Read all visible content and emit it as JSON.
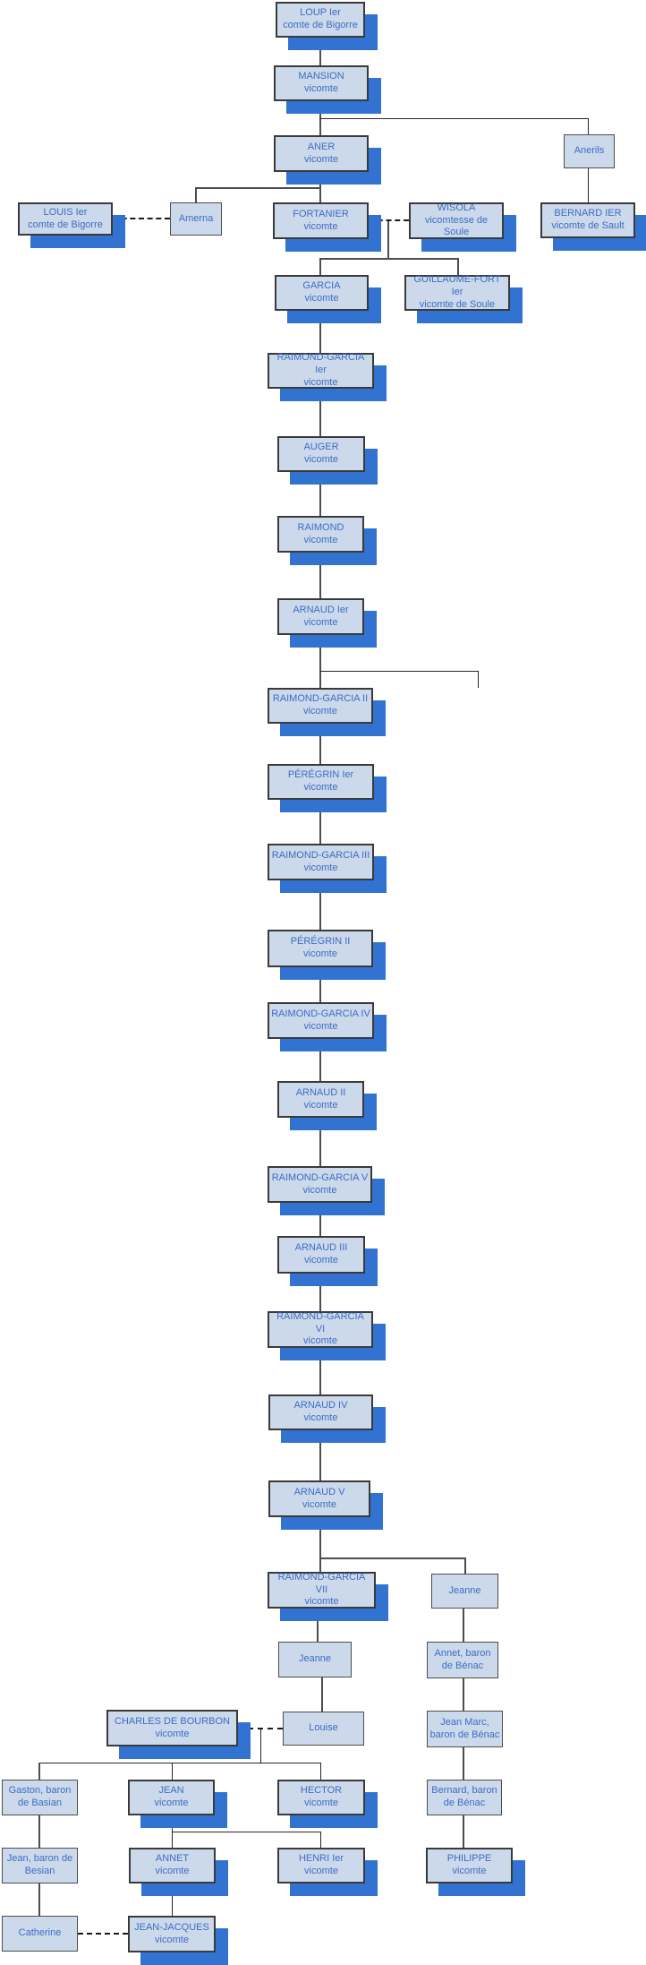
{
  "diagram": {
    "type": "genealogy-org-chart",
    "nodes": {
      "loup": {
        "name": "LOUP Ier",
        "title": "comte de Bigorre"
      },
      "mansion": {
        "name": "MANSION",
        "title": "vicomte"
      },
      "aner": {
        "name": "ANER",
        "title": "vicomte"
      },
      "anerils": {
        "name": "Anerils"
      },
      "louis": {
        "name": "LOUIS Ier",
        "title": "comte de Bigorre"
      },
      "amerna": {
        "name": "Amerna"
      },
      "fortanier": {
        "name": "FORTANIER",
        "title": "vicomte"
      },
      "wisola": {
        "name": "WISOLA",
        "title": "vicomtesse de Soule"
      },
      "bernard_ier": {
        "name": "BERNARD IER",
        "title": "vicomte de Sault"
      },
      "garcia": {
        "name": "GARCIA",
        "title": "vicomte"
      },
      "guillaume": {
        "name": "GUILLAUME-FORT Ier",
        "title": "vicomte de Soule"
      },
      "rg1": {
        "name": "RAIMOND-GARCIA Ier",
        "title": "vicomte"
      },
      "auger": {
        "name": "AUGER",
        "title": "vicomte"
      },
      "raimond": {
        "name": "RAIMOND",
        "title": "vicomte"
      },
      "arnaud1": {
        "name": "ARNAUD Ier",
        "title": "vicomte"
      },
      "rg2": {
        "name": "RAIMOND-GARCIA II",
        "title": "vicomte"
      },
      "peregrin1": {
        "name": "PÉRÉGRIN Ier",
        "title": "vicomte"
      },
      "rg3": {
        "name": "RAIMOND-GARCIA III",
        "title": "vicomte"
      },
      "peregrin2": {
        "name": "PÉRÉGRIN II",
        "title": "vicomte"
      },
      "rg4": {
        "name": "RAIMOND-GARCIA IV",
        "title": "vicomte"
      },
      "arnaud2": {
        "name": "ARNAUD II",
        "title": "vicomte"
      },
      "rg5": {
        "name": "RAIMOND-GARCIA V",
        "title": "vicomte"
      },
      "arnaud3": {
        "name": "ARNAUD III",
        "title": "vicomte"
      },
      "rg6": {
        "name": "RAIMOND-GARCIA VI",
        "title": "vicomte"
      },
      "arnaud4": {
        "name": "ARNAUD IV",
        "title": "vicomte"
      },
      "arnaud5": {
        "name": "ARNAUD V",
        "title": "vicomte"
      },
      "rg7": {
        "name": "RAIMOND-GARCIA VII",
        "title": "vicomte"
      },
      "jeanne_benac": {
        "name": "Jeanne"
      },
      "jeanne": {
        "name": "Jeanne"
      },
      "annet_benac": {
        "name": "Annet, baron de Bénac"
      },
      "charles": {
        "name": "CHARLES DE BOURBON",
        "title": "vicomte"
      },
      "louise": {
        "name": "Louise"
      },
      "jean_marc": {
        "name": "Jean Marc, baron de Bénac"
      },
      "gaston": {
        "name": "Gaston, baron de Basian"
      },
      "jean": {
        "name": "JEAN",
        "title": "vicomte"
      },
      "hector": {
        "name": "HECTOR",
        "title": "vicomte"
      },
      "bernard_b": {
        "name": "Bernard, baron de Bénac"
      },
      "jean_besian": {
        "name": "Jean, baron de Besian"
      },
      "annet": {
        "name": "ANNET",
        "title": "vicomte"
      },
      "henri": {
        "name": "HENRI Ier",
        "title": "vicomte"
      },
      "philippe": {
        "name": "PHILIPPE",
        "title": "vicomte"
      },
      "catherine": {
        "name": "Catherine"
      },
      "jean_jacques": {
        "name": "JEAN-JACQUES",
        "title": "vicomte"
      }
    },
    "colors": {
      "box_fill": "#ccd9ea",
      "box_border": "#3a3a3a",
      "box_text": "#3c6cc6",
      "box_shadow": "#3273d2",
      "connector": "#4d4d4d",
      "background": "#ffffff"
    }
  }
}
